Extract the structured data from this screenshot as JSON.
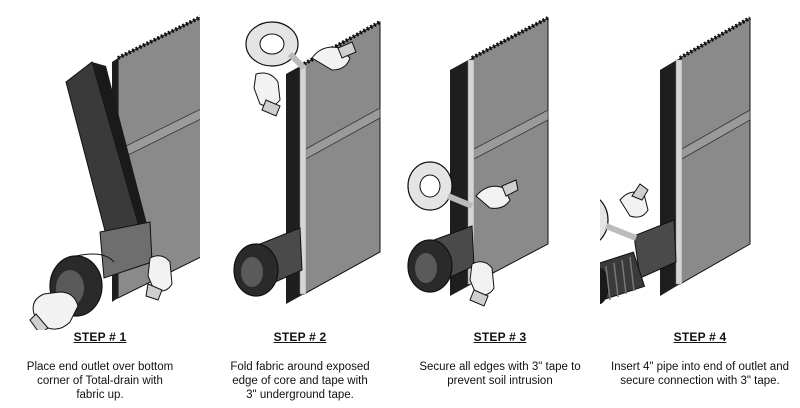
{
  "steps": [
    {
      "title": "STEP # 1",
      "lines": [
        "Place end outlet over bottom",
        "corner of Total-drain with",
        "fabric up."
      ]
    },
    {
      "title": "STEP # 2",
      "lines": [
        "Fold fabric around exposed",
        "edge of core and tape with",
        "3\" underground tape."
      ]
    },
    {
      "title": "STEP # 3",
      "lines": [
        "Secure all edges with 3\" tape to",
        "prevent soil intrusion"
      ]
    },
    {
      "title": "STEP # 4",
      "lines": [
        "Insert 4\" pipe into end of outlet and",
        "secure connection with 3\" tape."
      ]
    }
  ],
  "colors": {
    "panel_face": "#8a8a8a",
    "panel_edge": "#1e1e1e",
    "tape": "#d6d6d6",
    "glove": "#f2f2f2",
    "outline": "#111111"
  }
}
